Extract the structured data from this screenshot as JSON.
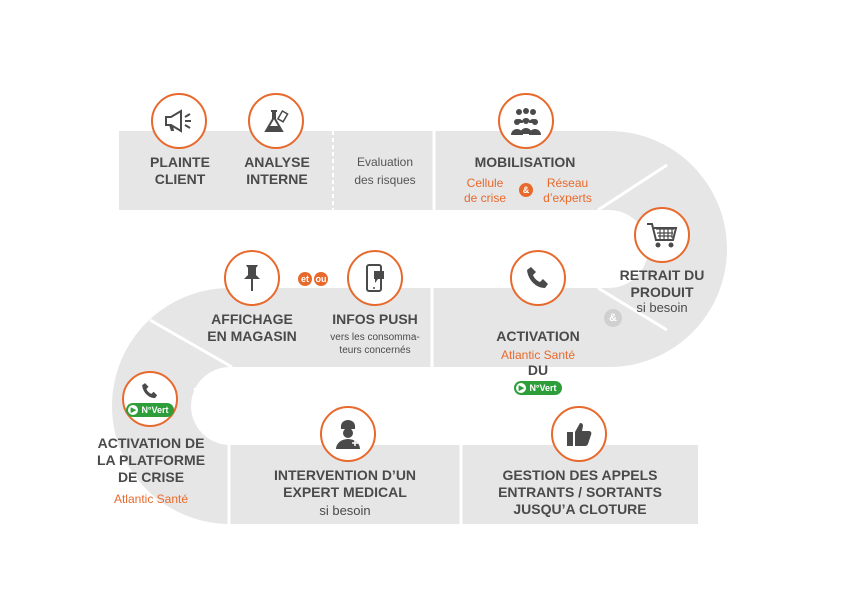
{
  "colors": {
    "accent": "#e8692c",
    "road": "#e6e6e6",
    "green": "#2e9e3a"
  },
  "steps": {
    "plainte": {
      "title": "PLAINTE\nCLIENT",
      "icon": "megaphone-icon"
    },
    "analyse": {
      "title": "ANALYSE\nINTERNE",
      "icon": "lab-flask-icon"
    },
    "evaluation": {
      "text": "Evaluation\ndes risques"
    },
    "mobilisation": {
      "title": "MOBILISATION",
      "left": "Cellule\nde crise",
      "amp": "&",
      "right": "Réseau\nd’experts",
      "icon": "team-icon"
    },
    "retrait": {
      "title": "RETRAIT DU\nPRODUIT",
      "sub": "si besoin",
      "icon": "shopping-cart-icon"
    },
    "activation_nvert": {
      "title_line1": "ACTIVATION",
      "title_line2": "DU",
      "badge": "N°Vert",
      "org": "Atlantic Santé",
      "icon": "phone-icon"
    },
    "amp_between": "&",
    "infos_push": {
      "title": "INFOS PUSH",
      "sub": "vers les consomma-\nteurs concernés",
      "icon": "smartphone-icon"
    },
    "connector": {
      "a": "et",
      "b": "ou"
    },
    "affichage": {
      "title": "AFFICHAGE\nEN MAGASIN",
      "icon": "pushpin-icon"
    },
    "plateforme": {
      "title": "ACTIVATION DE\nLA PLATFORME\nDE CRISE",
      "org": "Atlantic Santé",
      "badge": "N°Vert",
      "icon": "phone-icon"
    },
    "intervention": {
      "title": "INTERVENTION D’UN\nEXPERT MEDICAL",
      "sub": "si besoin",
      "icon": "doctor-icon"
    },
    "gestion": {
      "title": "GESTION DES APPELS\nENTRANTS / SORTANTS\nJUSQU’A CLOTURE",
      "icon": "thumbs-up-icon"
    }
  }
}
